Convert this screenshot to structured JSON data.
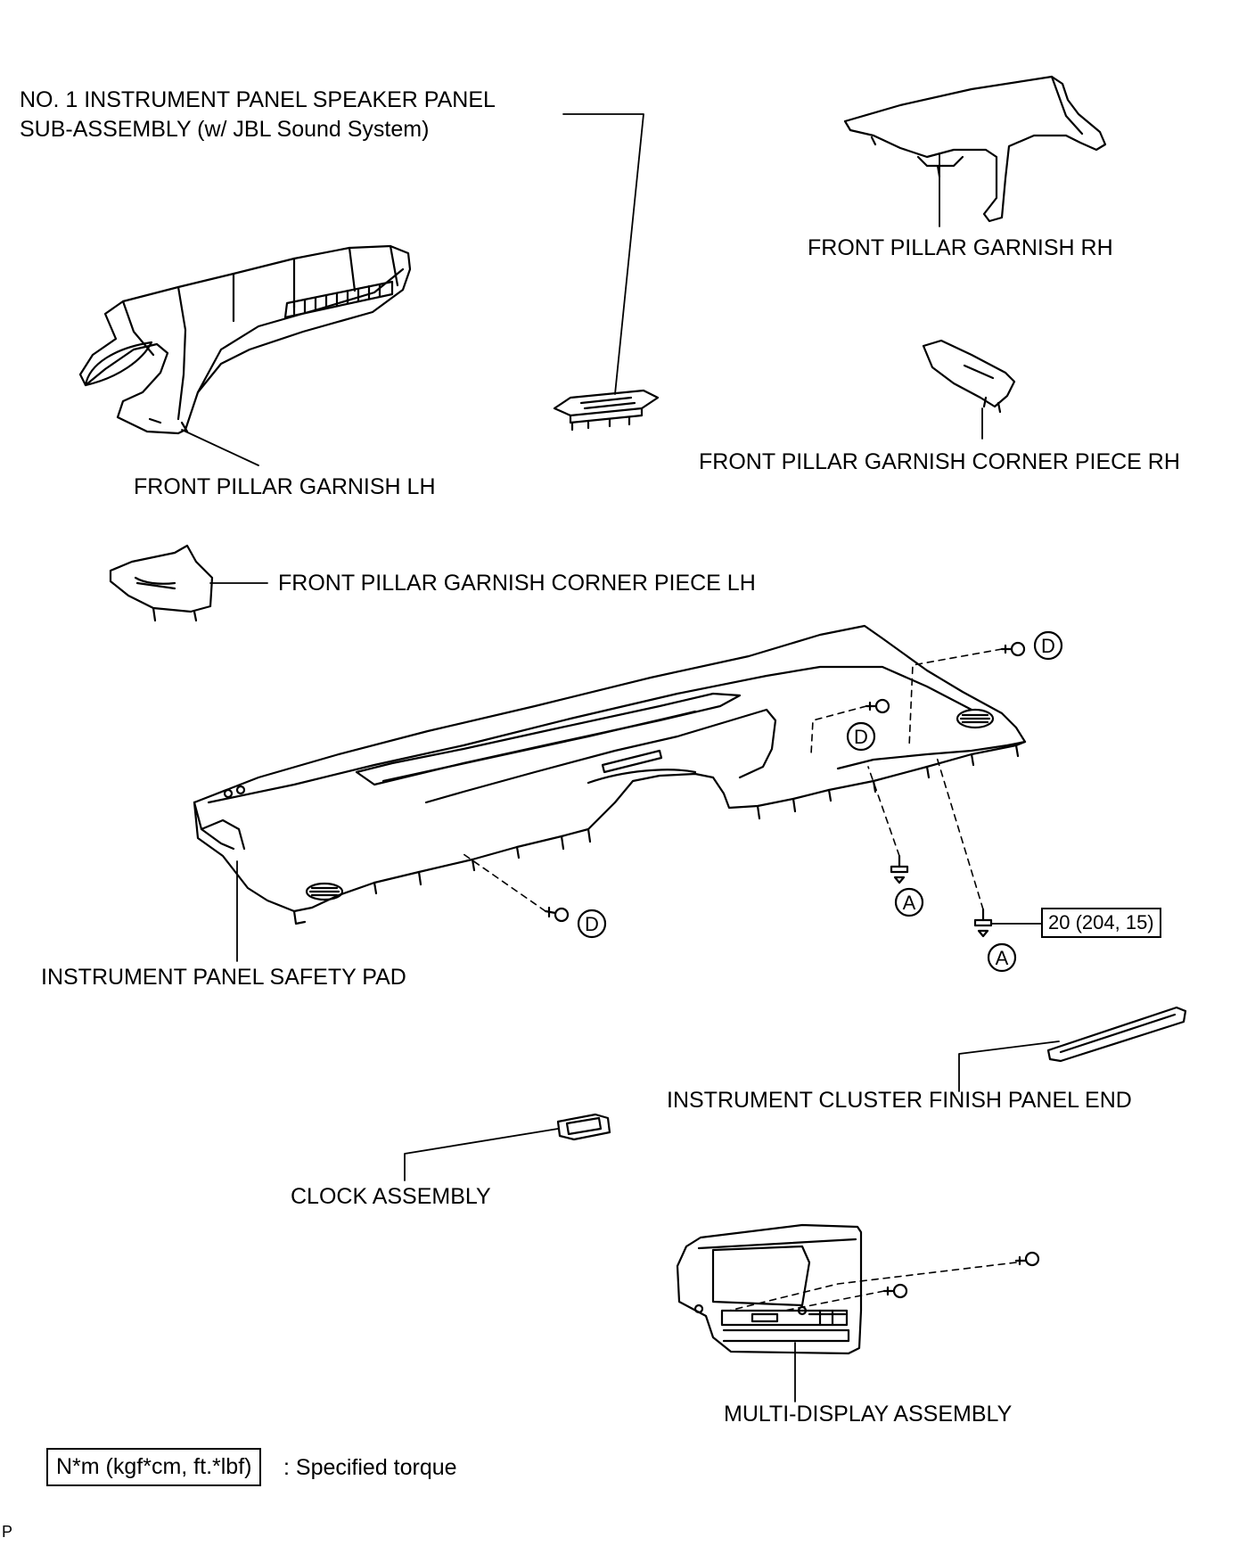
{
  "labels": {
    "speaker_panel": "NO. 1 INSTRUMENT PANEL SPEAKER PANEL\nSUB-ASSEMBLY (w/ JBL Sound System)",
    "pillar_rh": "FRONT PILLAR GARNISH RH",
    "pillar_lh": "FRONT PILLAR GARNISH LH",
    "corner_rh": "FRONT PILLAR GARNISH CORNER PIECE RH",
    "corner_lh": "FRONT PILLAR GARNISH CORNER PIECE LH",
    "safety_pad": "INSTRUMENT PANEL SAFETY PAD",
    "cluster_finish": "INSTRUMENT CLUSTER FINISH PANEL END",
    "clock": "CLOCK ASSEMBLY",
    "multi_display": "MULTI-DISPLAY ASSEMBLY"
  },
  "fastener_markers": [
    "D",
    "D",
    "D",
    "A",
    "A"
  ],
  "torque_spec": "20 (204, 15)",
  "legend": {
    "unit_box": "N*m (kgf*cm, ft.*lbf)",
    "description": ": Specified torque"
  },
  "footer_code": "P"
}
